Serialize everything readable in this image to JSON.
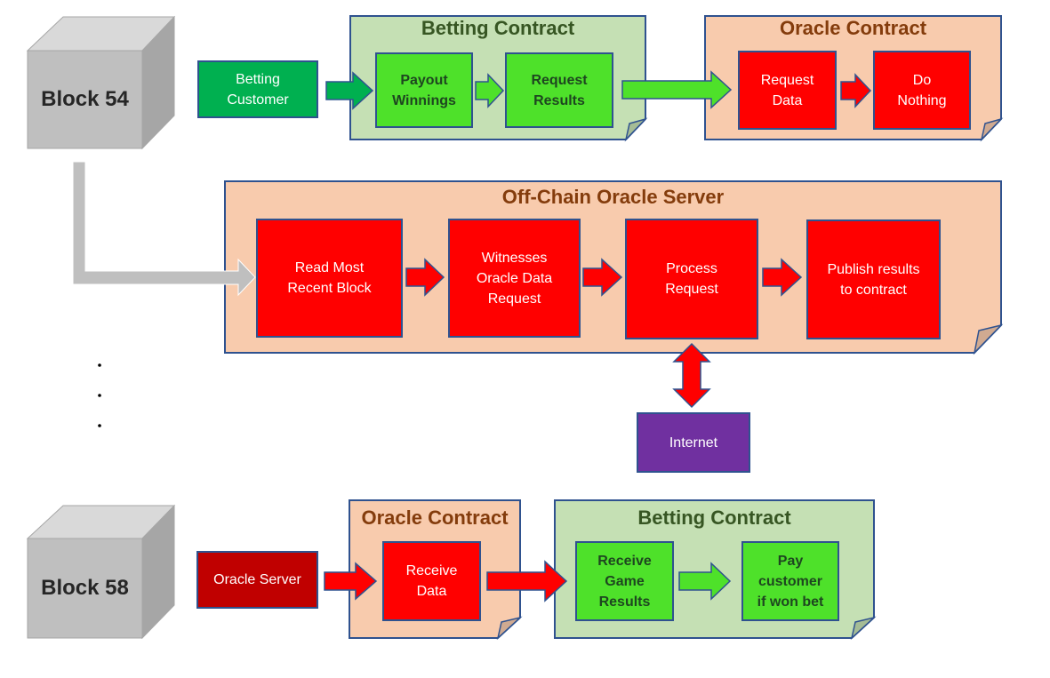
{
  "blocks": {
    "top": "Block 54",
    "bottom": "Block 58"
  },
  "top_row": {
    "customer": "Betting\nCustomer",
    "betting_contract": {
      "title": "Betting Contract",
      "payout": "Payout\nWinnings",
      "request_results": "Request\nResults"
    },
    "oracle_contract": {
      "title": "Oracle Contract",
      "request_data": "Request\nData",
      "do_nothing": "Do\nNothing"
    }
  },
  "oracle_server": {
    "title": "Off-Chain Oracle Server",
    "read_block": "Read Most\nRecent Block",
    "witnesses": "Witnesses\nOracle Data\nRequest",
    "process": "Process\nRequest",
    "publish": "Publish results\nto contract"
  },
  "internet": "Internet",
  "bottom_row": {
    "oracle_server": "Oracle Server",
    "oracle_contract": {
      "title": "Oracle Contract",
      "receive_data": "Receive\nData"
    },
    "betting_contract": {
      "title": "Betting Contract",
      "receive_results": "Receive\nGame\nResults",
      "pay_customer": "Pay\ncustomer\nif won bet"
    }
  },
  "colors": {
    "contract_orange": "#f8cbad",
    "contract_green": "#c5e0b4",
    "process_red": "#ff0000",
    "process_lime": "#4ee12a",
    "customer_green": "#00b050",
    "internet_purple": "#7030a0",
    "oracle_server_darkred": "#c00000",
    "block_gray": "#bfbfbf",
    "border_blue": "#2f528f"
  }
}
